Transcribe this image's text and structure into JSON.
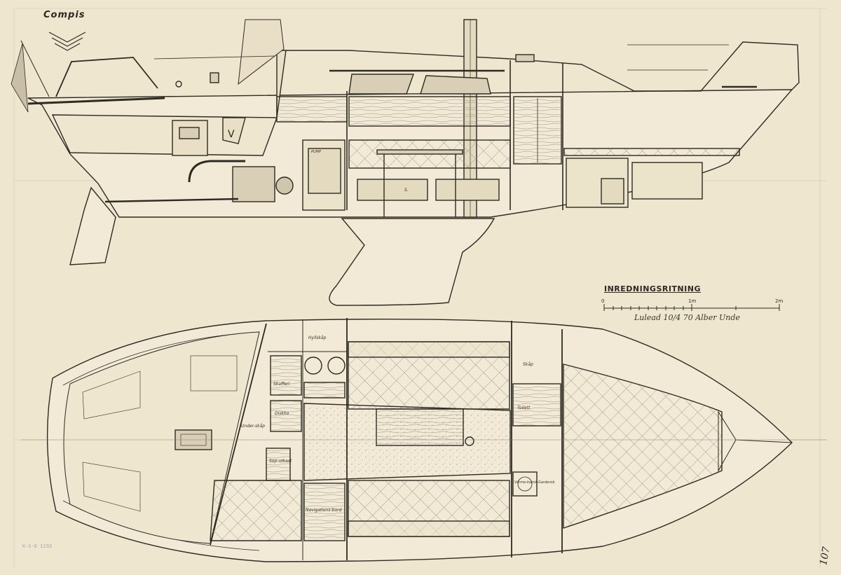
{
  "drawing": {
    "vessel_name": "Compis",
    "plan_title": "INREDNINGSRITNING",
    "scale": {
      "zero": "0",
      "mid": "1m",
      "end": "2m"
    },
    "signature": "Lulead 10/4 70  Alber Unde",
    "stamp": "K-S-E 1193",
    "sheet_mark": "107"
  },
  "labels": {
    "hyllskap": "Hyllskåp",
    "skafferi": "Skafferi",
    "disko": "Diskho",
    "under_skap": "Under-skåp",
    "sop": "Sop-utkast",
    "nav": "Navigations-bord",
    "skap": "Skåp",
    "toilett": "Toilett",
    "varme": "Värme-kamin",
    "garderob": "Garderob",
    "pump": "PUMP",
    "s_label": "S."
  },
  "colors": {
    "paper": "#efe6cf",
    "ink": "#2e2a22",
    "hatch": "#8b8474"
  }
}
